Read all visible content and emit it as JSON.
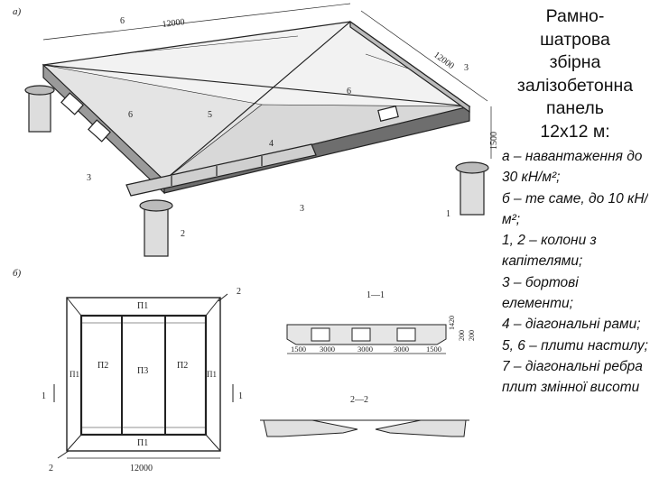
{
  "figure_a": {
    "label": "а)",
    "dim_length": "12000",
    "dim_width": "12000",
    "dim_height": "1500",
    "callouts": [
      "6",
      "6",
      "6",
      "5",
      "4",
      "3",
      "3",
      "3",
      "2",
      "1"
    ]
  },
  "figure_b": {
    "label": "б)",
    "plan_dim": "12000",
    "panel_labels": {
      "p1_top": "П1",
      "p1_bottom": "П1",
      "p1_left": "П1",
      "p1_right": "П1",
      "p2_left": "П2",
      "p2_right": "П2",
      "p3": "П3"
    },
    "section_marks": {
      "s2_top": "2",
      "s2_bottom": "2",
      "s1_left": "1",
      "s1_right": "1"
    },
    "section_1_title": "1—1",
    "section_1_dims": [
      "1500",
      "3000",
      "3000",
      "3000",
      "1500"
    ],
    "section_1_vdims": [
      "1420",
      "200",
      "200"
    ],
    "section_2_title": "2—2"
  },
  "title_lines": [
    "Рамно-",
    "шатрова",
    "збірна",
    "залізобетонна",
    "панель",
    "12х12 м:"
  ],
  "legend": [
    {
      "key": "а",
      "text": " – навантаження до 30 кН/м²;"
    },
    {
      "key": "б",
      "text": " – те саме, до 10 кН/м²;"
    },
    {
      "key": "1, 2",
      "text": " – колони з капітелями;"
    },
    {
      "key": "3",
      "text": " – бортові елементи;"
    },
    {
      "key": "4",
      "text": " – діагональні рами;"
    },
    {
      "key": "5, 6",
      "text": " – плити настилу;"
    },
    {
      "key": "7",
      "text": " – діагональні ребра плит змінної висоти"
    }
  ]
}
